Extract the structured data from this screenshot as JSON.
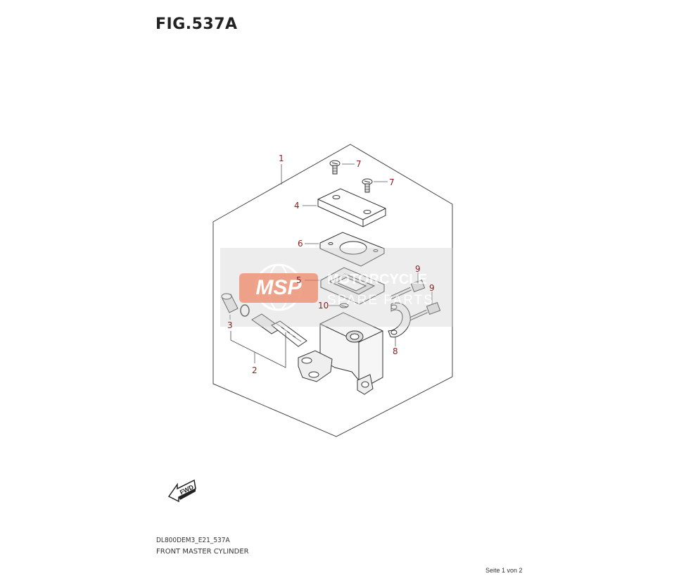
{
  "figure": {
    "title": "FIG.537A",
    "code": "DL800DEM3_E21_537A",
    "name": "FRONT MASTER CYLINDER"
  },
  "page": {
    "label": "Seite 1 von 2"
  },
  "watermark": {
    "logo_text": "MSP",
    "line1": "MOTORCYCLE",
    "line2": "SPARE PARTS"
  },
  "fwd_label": "FWD",
  "callouts": [
    "1",
    "2",
    "3",
    "4",
    "5",
    "6",
    "7",
    "7",
    "8",
    "9",
    "9",
    "10"
  ],
  "colors": {
    "callout": "#8b2222",
    "line": "#333333",
    "watermark_logo": "#e8704a"
  }
}
